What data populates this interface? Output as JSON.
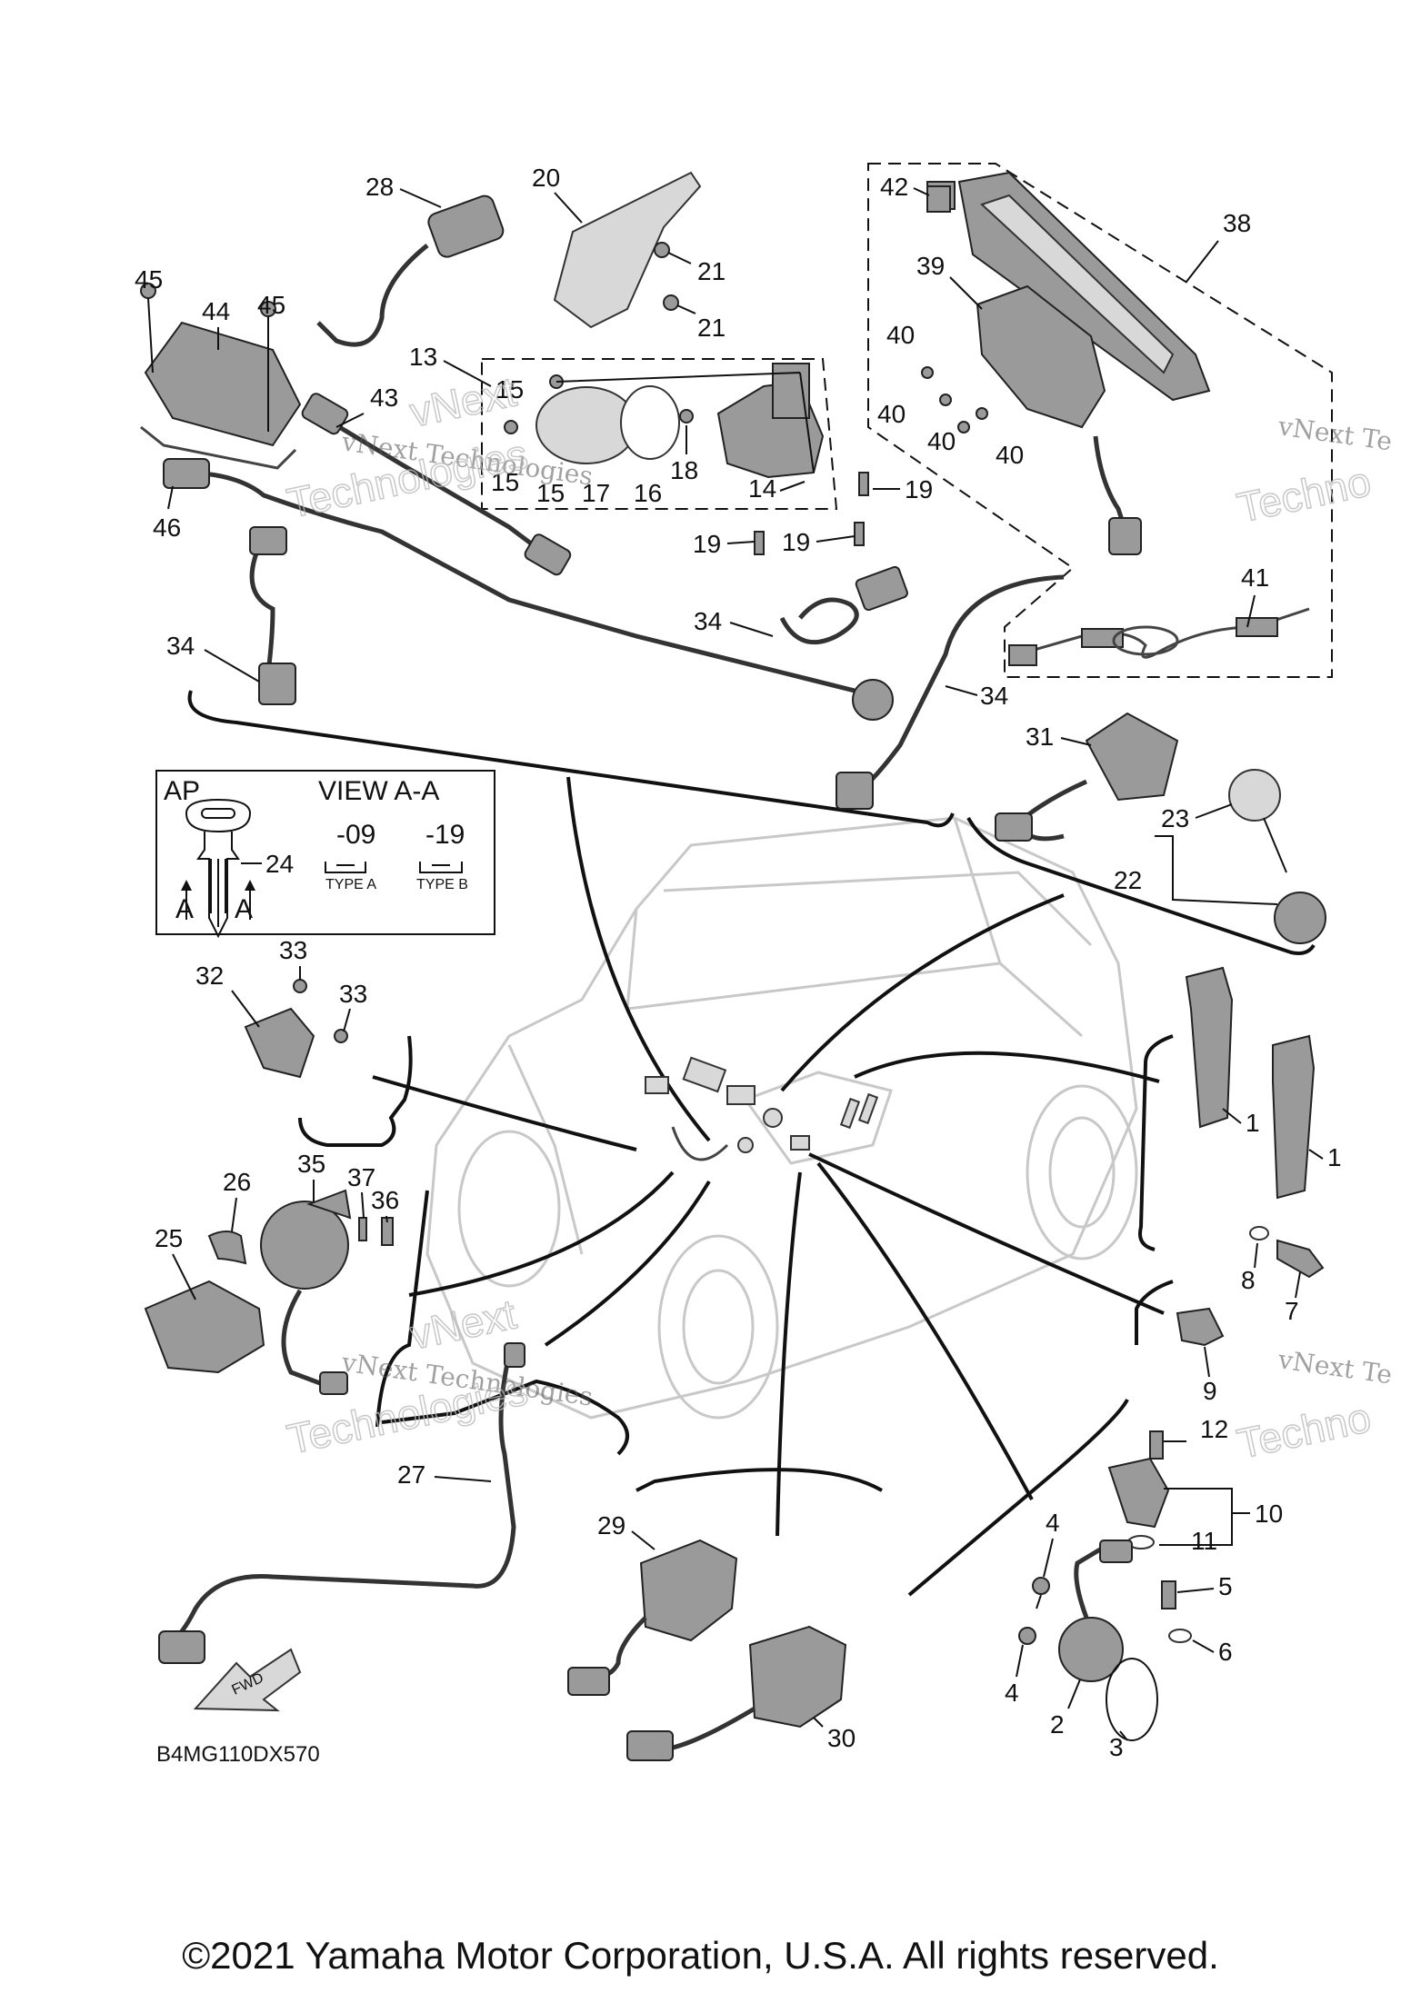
{
  "callouts": [
    {
      "id": "c28",
      "label": "28"
    },
    {
      "id": "c20",
      "label": "20"
    },
    {
      "id": "c42",
      "label": "42"
    },
    {
      "id": "c38",
      "label": "38"
    },
    {
      "id": "c45a",
      "label": "45"
    },
    {
      "id": "c45b",
      "label": "45"
    },
    {
      "id": "c44",
      "label": "44"
    },
    {
      "id": "c21a",
      "label": "21"
    },
    {
      "id": "c21b",
      "label": "21"
    },
    {
      "id": "c39",
      "label": "39"
    },
    {
      "id": "c13",
      "label": "13"
    },
    {
      "id": "c40a",
      "label": "40"
    },
    {
      "id": "c40b",
      "label": "40"
    },
    {
      "id": "c40c",
      "label": "40"
    },
    {
      "id": "c40d",
      "label": "40"
    },
    {
      "id": "c43",
      "label": "43"
    },
    {
      "id": "c15a",
      "label": "15"
    },
    {
      "id": "c15b",
      "label": "15"
    },
    {
      "id": "c15c",
      "label": "15"
    },
    {
      "id": "c17",
      "label": "17"
    },
    {
      "id": "c16",
      "label": "16"
    },
    {
      "id": "c18",
      "label": "18"
    },
    {
      "id": "c14",
      "label": "14"
    },
    {
      "id": "c19a",
      "label": "19"
    },
    {
      "id": "c19b",
      "label": "19"
    },
    {
      "id": "c19c",
      "label": "19"
    },
    {
      "id": "c46",
      "label": "46"
    },
    {
      "id": "c41",
      "label": "41"
    },
    {
      "id": "c34a",
      "label": "34"
    },
    {
      "id": "c34b",
      "label": "34"
    },
    {
      "id": "c34c",
      "label": "34"
    },
    {
      "id": "c31",
      "label": "31"
    },
    {
      "id": "c23",
      "label": "23"
    },
    {
      "id": "c22",
      "label": "22"
    },
    {
      "id": "c24",
      "label": "24"
    },
    {
      "id": "c33a",
      "label": "33"
    },
    {
      "id": "c32",
      "label": "32"
    },
    {
      "id": "c33b",
      "label": "33"
    },
    {
      "id": "c1a",
      "label": "1"
    },
    {
      "id": "c1b",
      "label": "1"
    },
    {
      "id": "c26",
      "label": "26"
    },
    {
      "id": "c35",
      "label": "35"
    },
    {
      "id": "c37",
      "label": "37"
    },
    {
      "id": "c36",
      "label": "36"
    },
    {
      "id": "c25",
      "label": "25"
    },
    {
      "id": "c8",
      "label": "8"
    },
    {
      "id": "c7",
      "label": "7"
    },
    {
      "id": "c9",
      "label": "9"
    },
    {
      "id": "c12",
      "label": "12"
    },
    {
      "id": "c27",
      "label": "27"
    },
    {
      "id": "c10",
      "label": "10"
    },
    {
      "id": "c11",
      "label": "11"
    },
    {
      "id": "c29",
      "label": "29"
    },
    {
      "id": "c4a",
      "label": "4"
    },
    {
      "id": "c5",
      "label": "5"
    },
    {
      "id": "c6",
      "label": "6"
    },
    {
      "id": "c4b",
      "label": "4"
    },
    {
      "id": "c2",
      "label": "2"
    },
    {
      "id": "c3",
      "label": "3"
    },
    {
      "id": "c30",
      "label": "30"
    }
  ],
  "key_box": {
    "ap_label": "AP",
    "view_label": "VIEW A-A",
    "code_a": "-09",
    "code_b": "-19",
    "type_a": "TYPE A",
    "type_b": "TYPE B",
    "section_left": "A",
    "section_right": "A"
  },
  "fwd_label": "FWD",
  "diagram_code": "B4MG110DX570",
  "watermarks": {
    "brand_line": "vNext Technologies",
    "outline_word": "Technologies",
    "outline_word_short": "Techno",
    "brand_short": "vNext Te",
    "brand_outline": "vNext"
  },
  "copyright": "©2021 Yamaha Motor Corporation, U.S.A. All rights reserved."
}
